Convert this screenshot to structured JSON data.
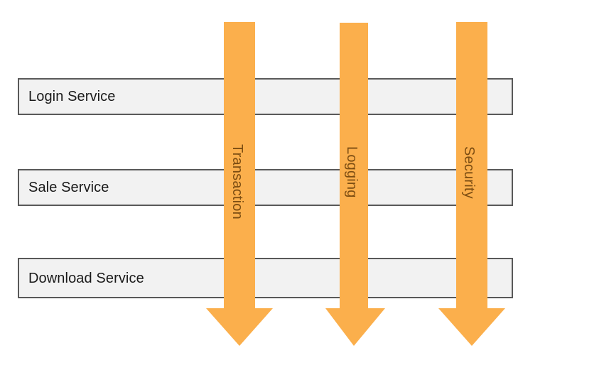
{
  "diagram": {
    "type": "cross-cutting-concerns-diagram",
    "background_color": "#ffffff",
    "services": {
      "box_fill_color": "#f2f2f2",
      "box_border_color": "#595959",
      "text_color": "#1a1a1a",
      "items": [
        {
          "id": "login",
          "label": "Login Service"
        },
        {
          "id": "sale",
          "label": "Sale Service"
        },
        {
          "id": "download",
          "label": "Download Service"
        }
      ]
    },
    "concerns": {
      "arrow_color": "#fbaf4c",
      "text_color": "#7c4d12",
      "direction": "downward",
      "items": [
        {
          "id": "transaction",
          "label": "Transaction"
        },
        {
          "id": "logging",
          "label": "Logging"
        },
        {
          "id": "security",
          "label": "Security"
        }
      ]
    }
  }
}
